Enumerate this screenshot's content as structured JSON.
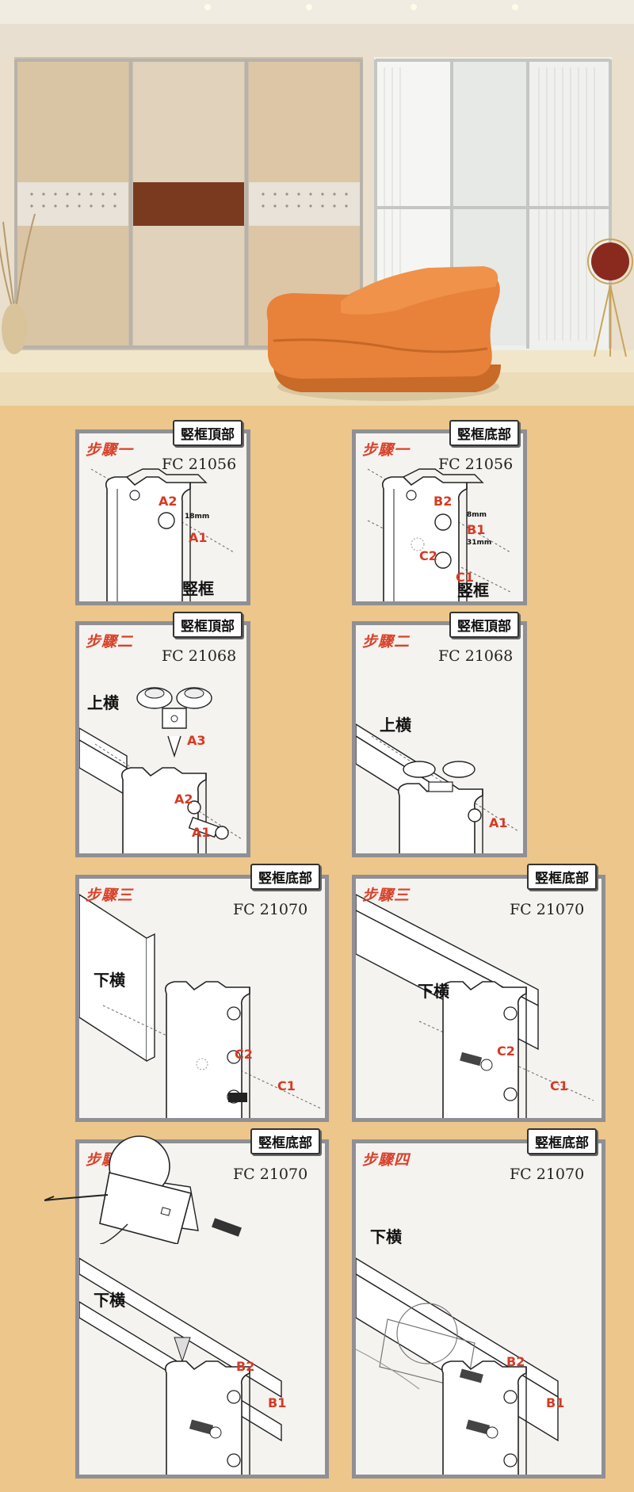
{
  "photo": {
    "subject": "sliding-door-room-photo",
    "colors": {
      "sofa": "#e8813a",
      "wood_panel": "#7a3a20",
      "frame": "#c9c7c0"
    }
  },
  "panels": [
    {
      "step": "步驟一",
      "tag": "竪框頂部",
      "model": "FC 21056",
      "labels": {
        "a2": "A2",
        "a1": "A1",
        "mm": "18mm",
        "bottom": "竪框"
      }
    },
    {
      "step": "步驟一",
      "tag": "竪框底部",
      "model": "FC 21056",
      "labels": {
        "b2": "B2",
        "b1": "B1",
        "c2": "C2",
        "c1": "C1",
        "mm1": "8mm",
        "mm2": "31mm",
        "bottom": "竪框"
      }
    },
    {
      "step": "步驟二",
      "tag": "竪框頂部",
      "model": "FC 21068",
      "labels": {
        "rail": "上横",
        "a3": "A3",
        "a2": "A2",
        "a1": "A1"
      }
    },
    {
      "step": "步驟二",
      "tag": "竪框頂部",
      "model": "FC 21068",
      "labels": {
        "rail": "上横",
        "a1": "A1"
      }
    },
    {
      "step": "步驟三",
      "tag": "竪框底部",
      "model": "FC 21070",
      "labels": {
        "rail": "下横",
        "c2": "C2",
        "c1": "C1"
      }
    },
    {
      "step": "步驟三",
      "tag": "竪框底部",
      "model": "FC 21070",
      "labels": {
        "rail": "下横",
        "c2": "C2",
        "c1": "C1"
      }
    },
    {
      "step": "步驟四",
      "tag": "竪框底部",
      "model": "FC 21070",
      "labels": {
        "rail": "下横",
        "b2": "B2",
        "b1": "B1"
      }
    },
    {
      "step": "步驟四",
      "tag": "竪框底部",
      "model": "FC 21070",
      "labels": {
        "rail": "下横",
        "b2": "B2",
        "b1": "B1"
      }
    }
  ]
}
